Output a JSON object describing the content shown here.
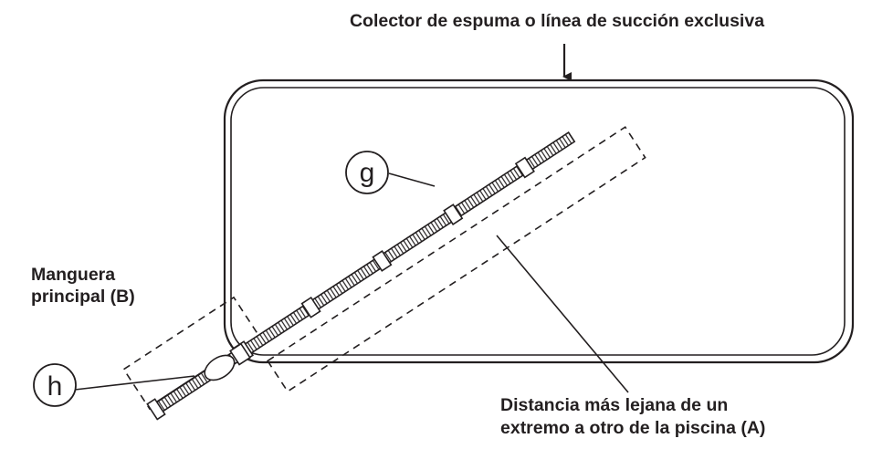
{
  "labels": {
    "skimmer": "Colector de espuma o línea de succión exclusiva",
    "main_hose_line1": "Manguera",
    "main_hose_line2": "principal (B)",
    "distance_line1": "Distancia más lejana de un",
    "distance_line2": "extremo a otro de la piscina (A)"
  },
  "callouts": {
    "g": "g",
    "h": "h"
  },
  "colors": {
    "line": "#231f20",
    "background": "#ffffff"
  }
}
